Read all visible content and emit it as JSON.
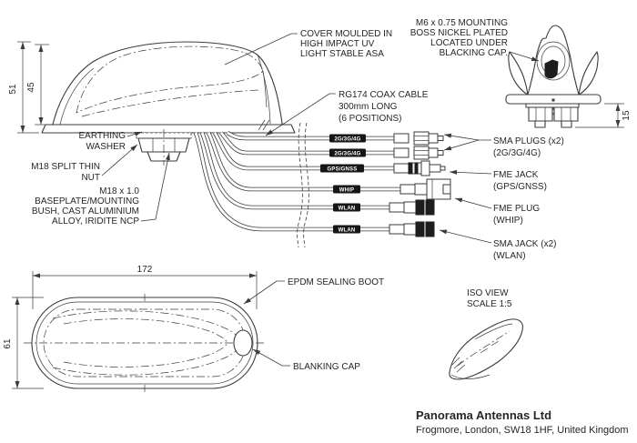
{
  "colors": {
    "line": "#3b3b3b",
    "text": "#262626",
    "brand_navy": "#1f3864",
    "address_gray": "#40415a",
    "tag_background": "#161616",
    "tag_text": "#ffffff"
  },
  "dimensions": {
    "side_height_outer": "51",
    "side_height_inner": "45",
    "front_stud_height": "15",
    "top_length": "172",
    "top_width": "61"
  },
  "callouts": {
    "cover": [
      "COVER MOULDED IN",
      "HIGH IMPACT UV",
      "LIGHT STABLE ASA"
    ],
    "mounting_boss": [
      "M6 x 0.75 MOUNTING",
      "BOSS NICKEL PLATED",
      "LOCATED UNDER",
      "BLACKING CAP."
    ],
    "coax": [
      "RG174 COAX CABLE",
      "300mm LONG",
      "(6 POSITIONS)"
    ],
    "earthing_washer": [
      "EARTHING",
      "WASHER"
    ],
    "split_nut": [
      "M18 SPLIT THIN",
      "NUT"
    ],
    "baseplate": [
      "M18 x 1.0",
      "BASEPLATE/MOUNTING",
      "BUSH, CAST ALUMINIUM",
      "ALLOY, IRIDITE NCP"
    ],
    "sma_plugs": [
      "SMA PLUGS (x2)",
      "(2G/3G/4G)"
    ],
    "fme_jack": [
      "FME JACK",
      "(GPS/GNSS)"
    ],
    "fme_plug": [
      "FME PLUG",
      "(WHIP)"
    ],
    "sma_jack": [
      "SMA JACK (x2)",
      "(WLAN)"
    ],
    "epdm": "EPDM SEALING BOOT",
    "blanking_cap": "BLANKING CAP",
    "iso": [
      "ISO VIEW",
      "SCALE 1:5"
    ]
  },
  "cable_tags": [
    "2G/3G/4G",
    "2G/3G/4G",
    "GPS/GNSS",
    "WHIP",
    "WLAN",
    "WLAN"
  ],
  "footer": {
    "company": "Panorama Antennas Ltd",
    "address": "Frogmore, London, SW18 1HF, United Kingdom"
  }
}
